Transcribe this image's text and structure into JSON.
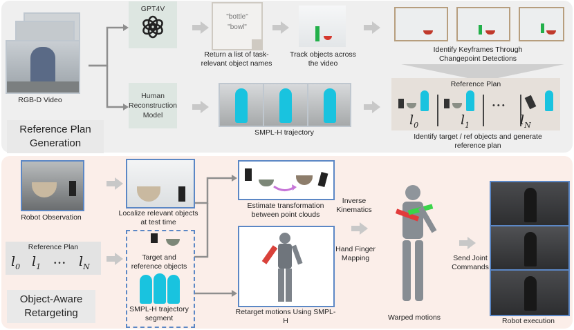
{
  "top": {
    "rgbd_label": "RGB-D Video",
    "gpt_label": "GPT4V",
    "note_line1": "\"bottle\"",
    "note_line2": "\"bowl\"",
    "return_list": "Return a list of task-relevant object names",
    "track": "Track objects across the video",
    "keyframes": "Identify Keyframes Through Changepoint Detections",
    "human_recon": "Human Reconstruction Model",
    "smplh_traj": "SMPL-H trajectory",
    "ref_plan_title": "Reference Plan",
    "l0": "l",
    "l1": "l",
    "lN": "l",
    "sub0": "0",
    "sub1": "1",
    "subN": "N",
    "dots": "• • •",
    "identify_target": "Identify target / ref objects and generate reference plan",
    "section_title": "Reference Plan Generation"
  },
  "bottom": {
    "robot_obs": "Robot Observation",
    "localize": "Localize relevant objects at test time",
    "estimate": "Estimate transformation between point clouds",
    "inverse": "Inverse Kinematics",
    "hand_finger": "Hand Finger Mapping",
    "send_joint": "Send Joint Commands",
    "ref_plan_title": "Reference Plan",
    "dots": "• • •",
    "target_ref": "Target and reference objects",
    "smplh_seg": "SMPL-H trajectory segment",
    "retarget": "Retarget motions Using SMPL-H",
    "warped": "Warped motions",
    "robot_exec": "Robot execution",
    "section_title": "Object-Aware Retargeting"
  },
  "colors": {
    "top_bg": "#efefef",
    "bottom_bg": "#fbeee9",
    "frame_blue": "#5b87c5",
    "human_cyan": "#19c3df",
    "arrow_gray": "#c8c8c8"
  }
}
